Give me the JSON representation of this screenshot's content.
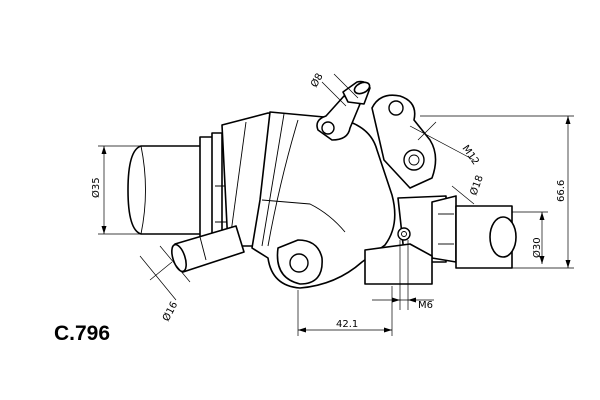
{
  "part_code": "C.796",
  "dimensions": {
    "d8": "Ø8",
    "m12": "M12",
    "d18": "Ø18",
    "d35": "Ø35",
    "h66": "66.6",
    "d30": "Ø30",
    "d16": "Ø16",
    "m6": "M6",
    "w42": "42.1"
  }
}
